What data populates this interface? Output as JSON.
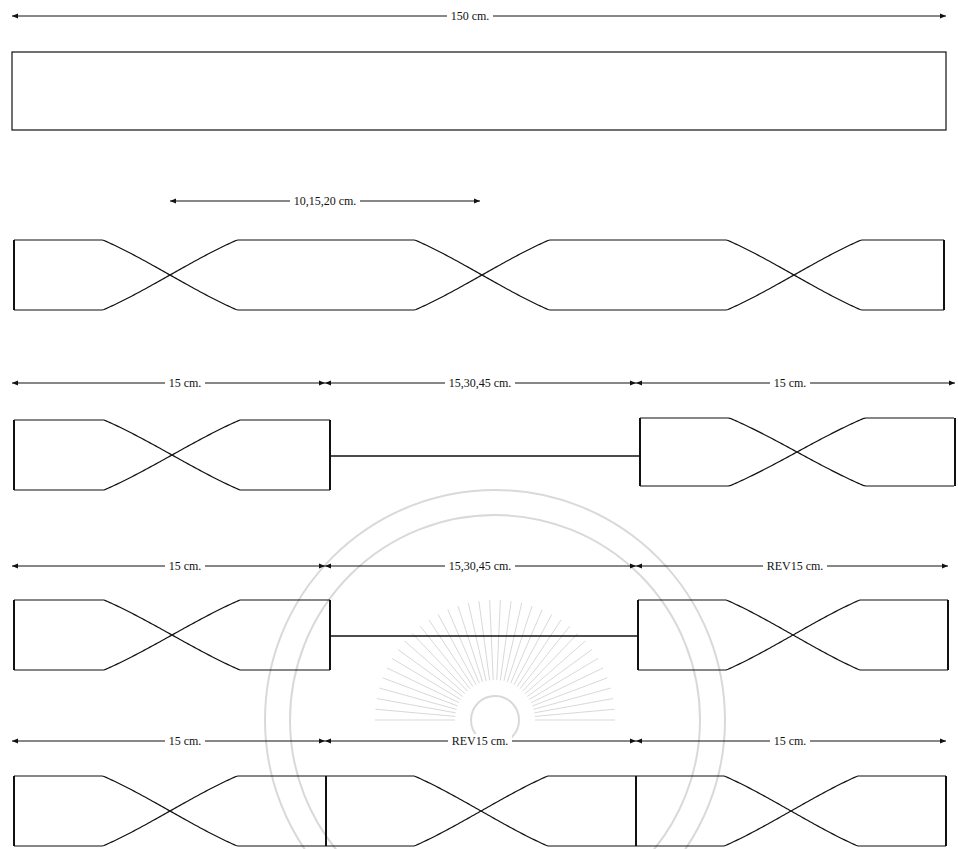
{
  "diagram": {
    "labels": [
      "150 cm.",
      "10,15,20 cm.",
      "15 cm.",
      "15,30,45 cm.",
      "15 cm.",
      "15 cm.",
      "15,30,45 cm.",
      "REV15 cm.",
      "15 cm.",
      "REV15 cm.",
      "15 cm."
    ]
  }
}
